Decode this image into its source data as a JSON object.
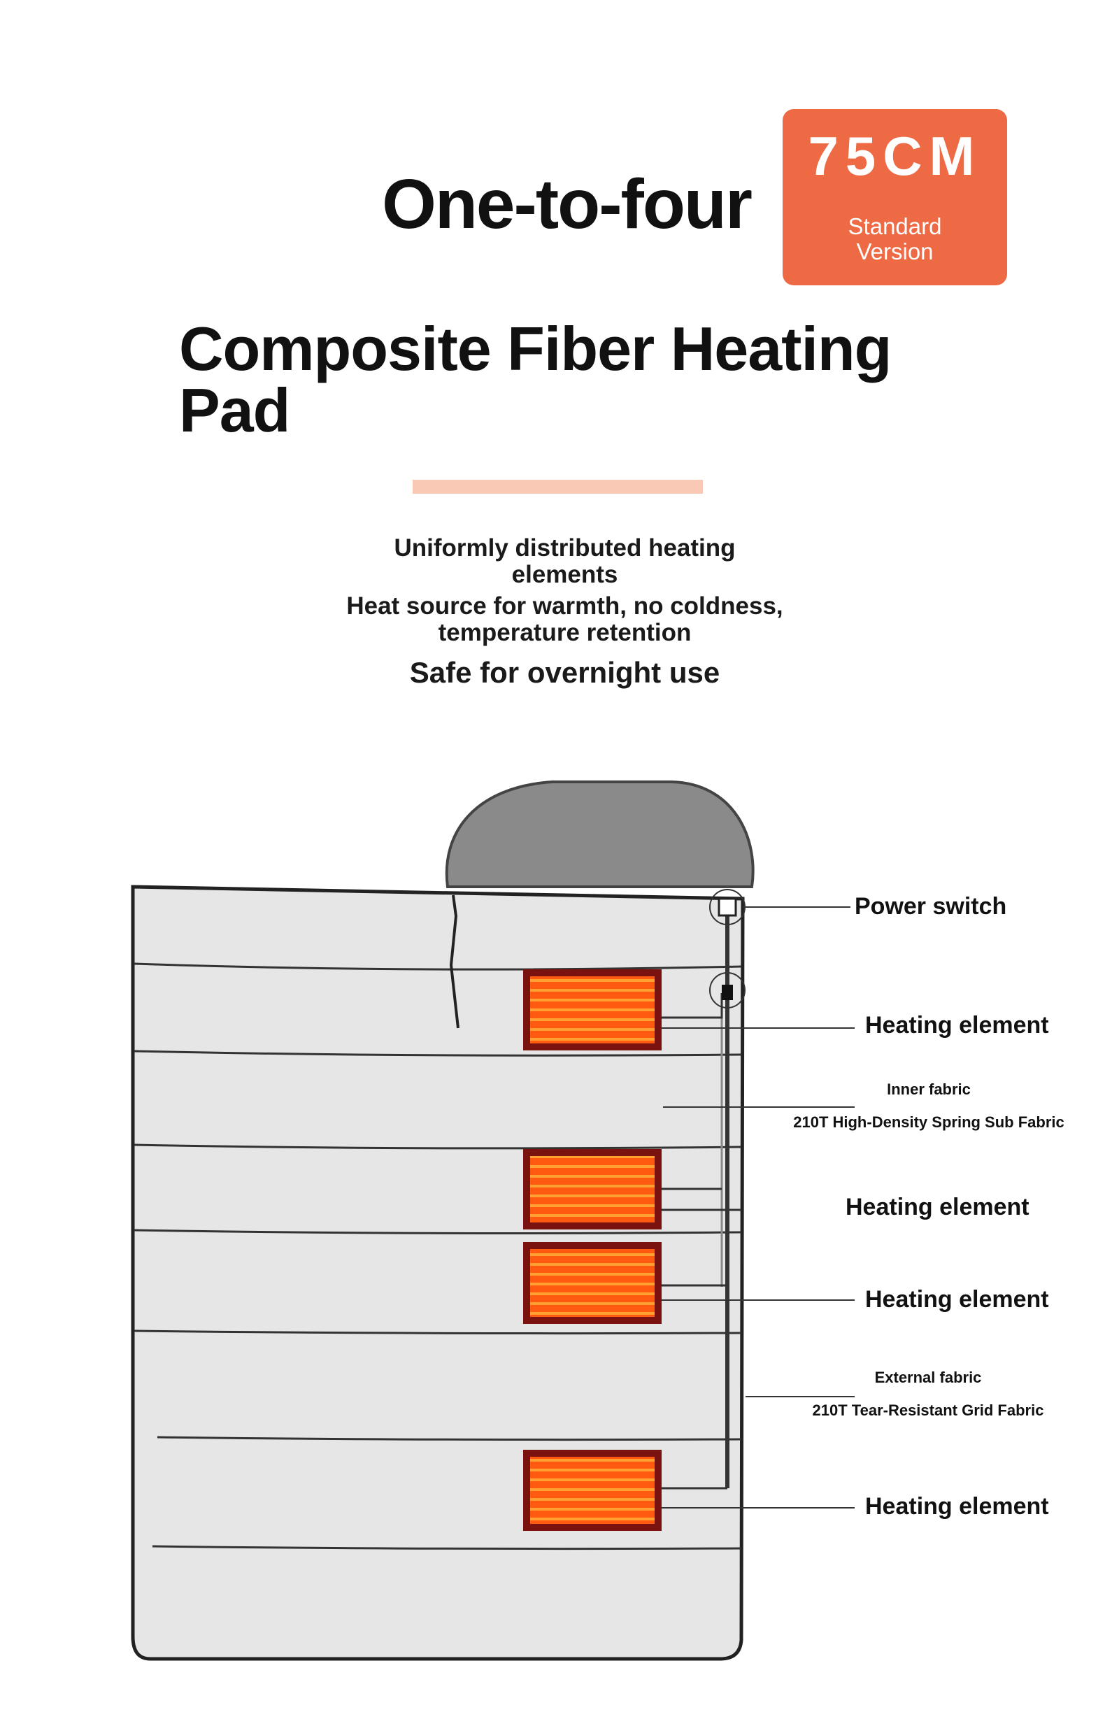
{
  "header": {
    "headline": "One-to-four",
    "badge": {
      "size": "75CM",
      "version_line1": "Standard",
      "version_line2": "Version",
      "color": "#EE6A45"
    },
    "title_line1": "Composite Fiber Heating",
    "title_line2": "Pad",
    "divider_color": "#F9C9B6"
  },
  "features": [
    {
      "line1": "Uniformly distributed heating",
      "line2": "elements"
    },
    {
      "line1": "Heat source for warmth, no coldness,",
      "line2": "temperature retention"
    },
    {
      "line1": "Safe for overnight use"
    }
  ],
  "diagram": {
    "labels": {
      "power_switch": "Power switch",
      "heating_1": "Heating element",
      "inner_fabric": "Inner fabric",
      "inner_fabric_detail": "210T High-Density Spring Sub Fabric",
      "heating_2": "Heating element",
      "heating_3": "Heating element",
      "external_fabric": "External fabric",
      "external_fabric_detail": "210T Tear-Resistant Grid Fabric",
      "heating_4": "Heating element"
    },
    "heater_color": "#FF5A10",
    "heater_border": "#7A1210"
  }
}
